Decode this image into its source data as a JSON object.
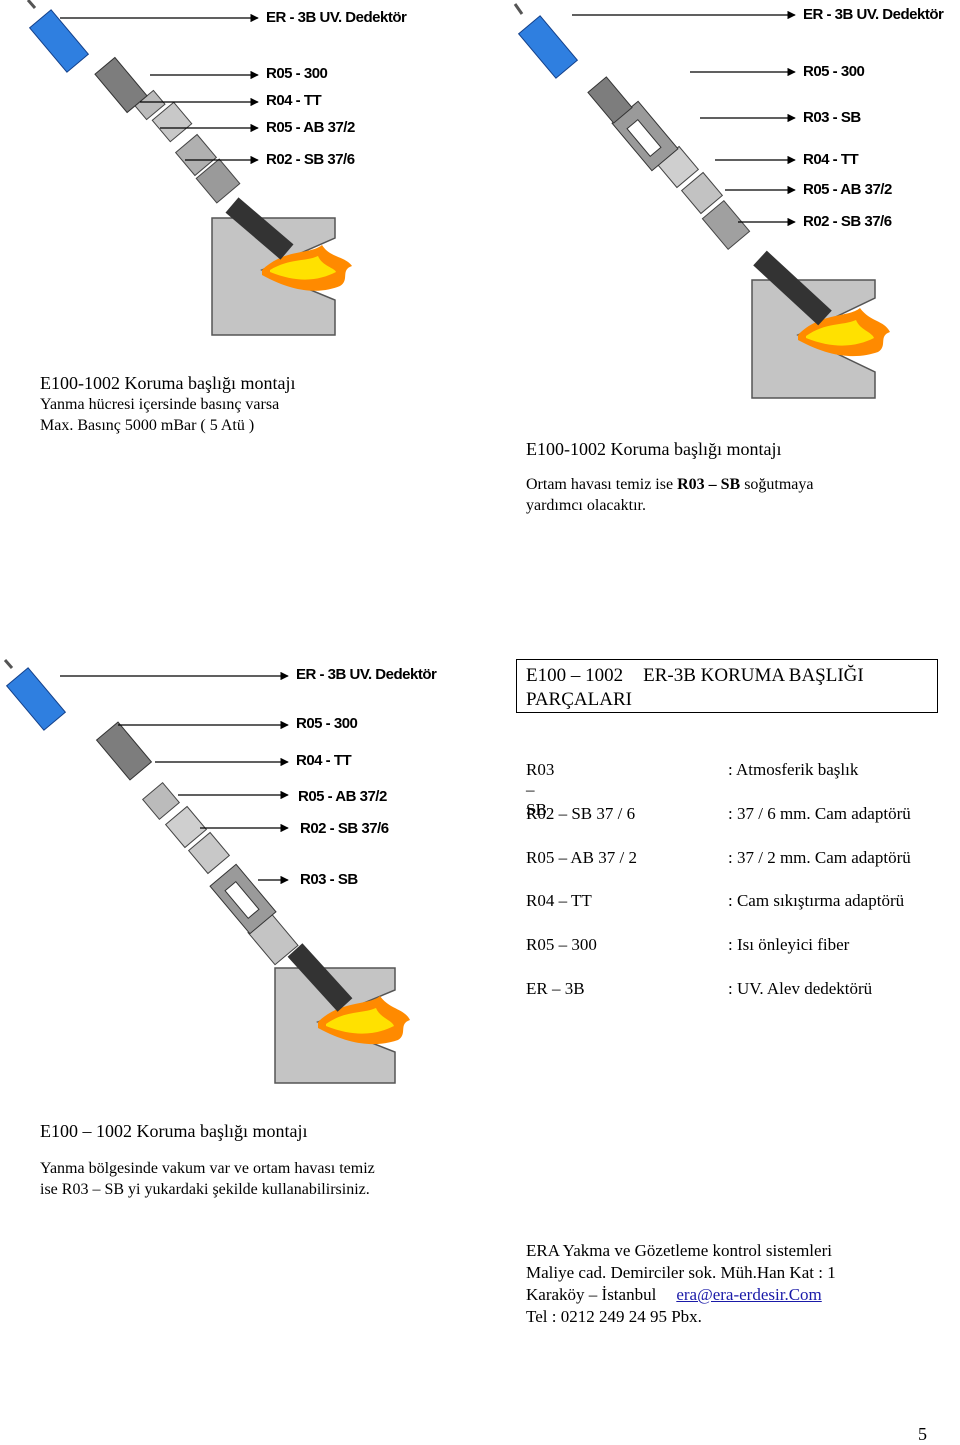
{
  "diagram1": {
    "labels": [
      "ER - 3B UV. Dedektör",
      "R05 - 300",
      "R04 - TT",
      "R05 - AB 37/2",
      "R02 - SB 37/6"
    ]
  },
  "diagram2": {
    "labels": [
      "ER - 3B UV. Dedektör",
      "R05 - 300",
      "R03 - SB",
      "R04 - TT",
      "R05 - AB 37/2",
      "R02 - SB 37/6"
    ]
  },
  "diagram3": {
    "labels": [
      "ER - 3B UV. Dedektör",
      "R05 - 300",
      "R04 - TT",
      "R05 - AB 37/2",
      "R02 - SB 37/6",
      "R03 - SB"
    ]
  },
  "caption1": {
    "title": "E100-1002  Koruma başlığı montajı",
    "line1": "Yanma hücresi içersinde basınç varsa",
    "line2": "Max. Basınç 5000 mBar ( 5 Atü )"
  },
  "caption2": {
    "title": "E100-1002  Koruma başlığı montajı",
    "line1_pre": "Ortam havası temiz ise ",
    "line1_bold": "R03 – SB",
    "line1_post": " soğutmaya",
    "line2": "yardımcı olacaktır."
  },
  "parts_box": {
    "title_code": "E100 – 1002",
    "title_name": "ER-3B KORUMA BAŞLIĞI",
    "title_line2": "PARÇALARI"
  },
  "parts": [
    {
      "code": "R03 – SB",
      "desc": ":  Atmosferik başlık"
    },
    {
      "code": "R02 – SB 37 / 6",
      "desc": ":  37 / 6 mm. Cam adaptörü"
    },
    {
      "code": "R05 – AB 37 / 2",
      "desc": ":  37 / 2 mm. Cam adaptörü"
    },
    {
      "code": "R04 – TT",
      "desc": ":  Cam sıkıştırma adaptörü"
    },
    {
      "code": "R05 – 300",
      "desc": ":  Isı önleyici fiber"
    },
    {
      "code": "ER – 3B",
      "desc": ":  UV. Alev dedektörü"
    }
  ],
  "caption3": {
    "title": "E100 – 1002  Koruma başlığı montajı",
    "line1": "Yanma bölgesinde vakum var ve ortam havası temiz",
    "line2": "ise R03 – SB yi yukardaki şekilde kullanabilirsiniz."
  },
  "contact": {
    "company": "ERA Yakma ve Gözetleme kontrol sistemleri",
    "address": "Maliye cad. Demirciler sok. Müh.Han Kat : 1",
    "city": "Karaköy – İstanbul",
    "email": "era@era-erdesir.Com",
    "phone": "Tel  : 0212  249 24 95  Pbx."
  },
  "page_number": "5",
  "colors": {
    "detector_blue": "#2f7fe0",
    "housing_gray": "#c4c4c4",
    "part_gray": "#8a8a8a",
    "flame_orange": "#ff8a00",
    "flame_yellow": "#ffe100"
  }
}
